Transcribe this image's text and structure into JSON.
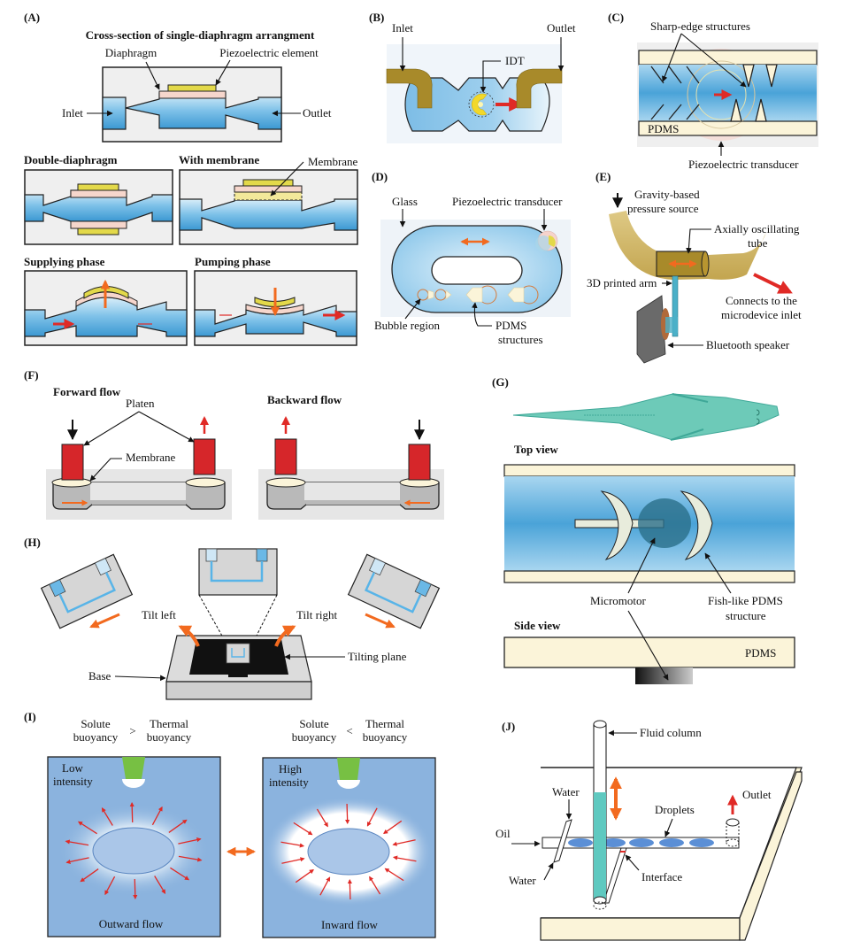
{
  "figure": {
    "colors": {
      "fluid_blue": "#6fb8e3",
      "piezo_yellow": "#e3d94a",
      "diaphragm_pink": "#f6d6cc",
      "chamber_gray": "#efefef",
      "arrow_red": "#e02a26",
      "arrow_orange": "#f26a1f",
      "pdms_cream": "#fbf4d9",
      "tube_brown": "#a88a2a",
      "platen_red": "#d6262a",
      "fish_teal": "#6dcab8",
      "panel_i_blue": "#8bb3de",
      "light_green": "#77c043"
    },
    "panels": {
      "A": {
        "label": "(A)",
        "title": "Cross-section of single-diaphragm arrangment",
        "diaphragm": "Diaphragm",
        "piezo": "Piezoelectric element",
        "inlet": "Inlet",
        "outlet": "Outlet",
        "double": "Double-diaphragm",
        "with_membrane": "With membrane",
        "membrane": "Membrane",
        "supplying": "Supplying phase",
        "pumping": "Pumping phase"
      },
      "B": {
        "label": "(B)",
        "inlet": "Inlet",
        "outlet": "Outlet",
        "idt": "IDT"
      },
      "C": {
        "label": "(C)",
        "sharp": "Sharp-edge structures",
        "pdms": "PDMS",
        "transducer": "Piezoelectric transducer"
      },
      "D": {
        "label": "(D)",
        "glass": "Glass",
        "transducer": "Piezoelectric transducer",
        "bubble": "Bubble region",
        "pdms_1": "PDMS",
        "pdms_2": "structures"
      },
      "E": {
        "label": "(E)",
        "gravity_1": "Gravity-based",
        "gravity_2": "pressure source",
        "tube_1": "Axially oscillating",
        "tube_2": "tube",
        "arm": "3D printed arm",
        "connects_1": "Connects to the",
        "connects_2": "microdevice inlet",
        "speaker": "Bluetooth speaker"
      },
      "F": {
        "label": "(F)",
        "forward": "Forward flow",
        "backward": "Backward flow",
        "platen": "Platen",
        "membrane": "Membrane"
      },
      "G": {
        "label": "(G)",
        "top_view": "Top view",
        "side_view": "Side view",
        "micromotor": "Micromotor",
        "fish_1": "Fish-like PDMS",
        "fish_2": "structure",
        "pdms": "PDMS"
      },
      "H": {
        "label": "(H)",
        "tilt_left": "Tilt left",
        "tilt_right": "Tilt right",
        "tilting_plane": "Tilting plane",
        "base": "Base"
      },
      "I": {
        "label": "(I)",
        "solute": "Solute",
        "buoyancy": "buoyancy",
        "thermal": "Thermal",
        "gt": ">",
        "lt": "<",
        "low_1": "Low",
        "low_2": "intensity",
        "high_1": "High",
        "high_2": "intensity",
        "outward": "Outward flow",
        "inward": "Inward flow"
      },
      "J": {
        "label": "(J)",
        "fluid_column": "Fluid column",
        "water_top": "Water",
        "water_bottom": "Water",
        "oil": "Oil",
        "droplets": "Droplets",
        "outlet": "Outlet",
        "interface": "Interface"
      }
    }
  }
}
